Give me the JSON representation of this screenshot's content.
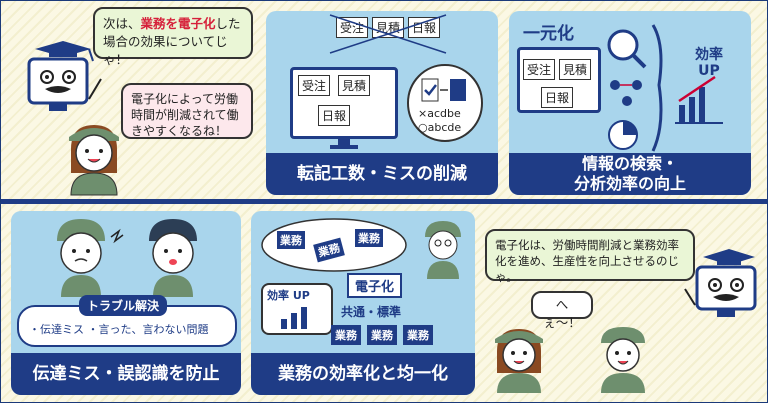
{
  "top_left": {
    "teacher_bubble": {
      "pre": "次は、",
      "bold": "業務を電子化",
      "post": "した場合の効果についてじゃ！"
    },
    "worker_bubble": "電子化によって労働時間が削減されて働きやすくなるね！"
  },
  "card1": {
    "title": "転記工数・ミスの削減",
    "paper_docs": [
      "受注",
      "見積",
      "日報"
    ],
    "screen_docs": [
      "受注",
      "見積",
      "日報"
    ],
    "ok_text": "×acdbe",
    "ng_text": "○abcde"
  },
  "card2": {
    "title_line1": "情報の検索・",
    "title_line2": "分析効率の向上",
    "heading": "一元化",
    "screen_docs": [
      "受注",
      "見積",
      "日報"
    ],
    "effect": "効率UP"
  },
  "card3": {
    "title": "伝達ミス・誤認識を防止",
    "trouble_title": "トラブル解決",
    "trouble_items": "・伝達ミス ・言った、言わない問題"
  },
  "card4": {
    "title": "業務の効率化と均一化",
    "cloud_items": [
      "業務",
      "業務",
      "業務"
    ],
    "digitize": "電子化",
    "effect": "効率 UP",
    "standard": "共通・標準",
    "tasks": [
      "業務",
      "業務",
      "業務"
    ]
  },
  "bottom_right": {
    "teacher_bubble": "電子化は、労働時間削減と業務効率化を進め、生産性を向上させるのじゃ。",
    "worker_bubble": "へぇ〜！"
  },
  "colors": {
    "navy": "#1f3c86",
    "card": "#a9d5ec",
    "accent_red": "#d6203a",
    "bubble_green": "#eaf6d6",
    "bubble_pink": "#fde8ec"
  }
}
